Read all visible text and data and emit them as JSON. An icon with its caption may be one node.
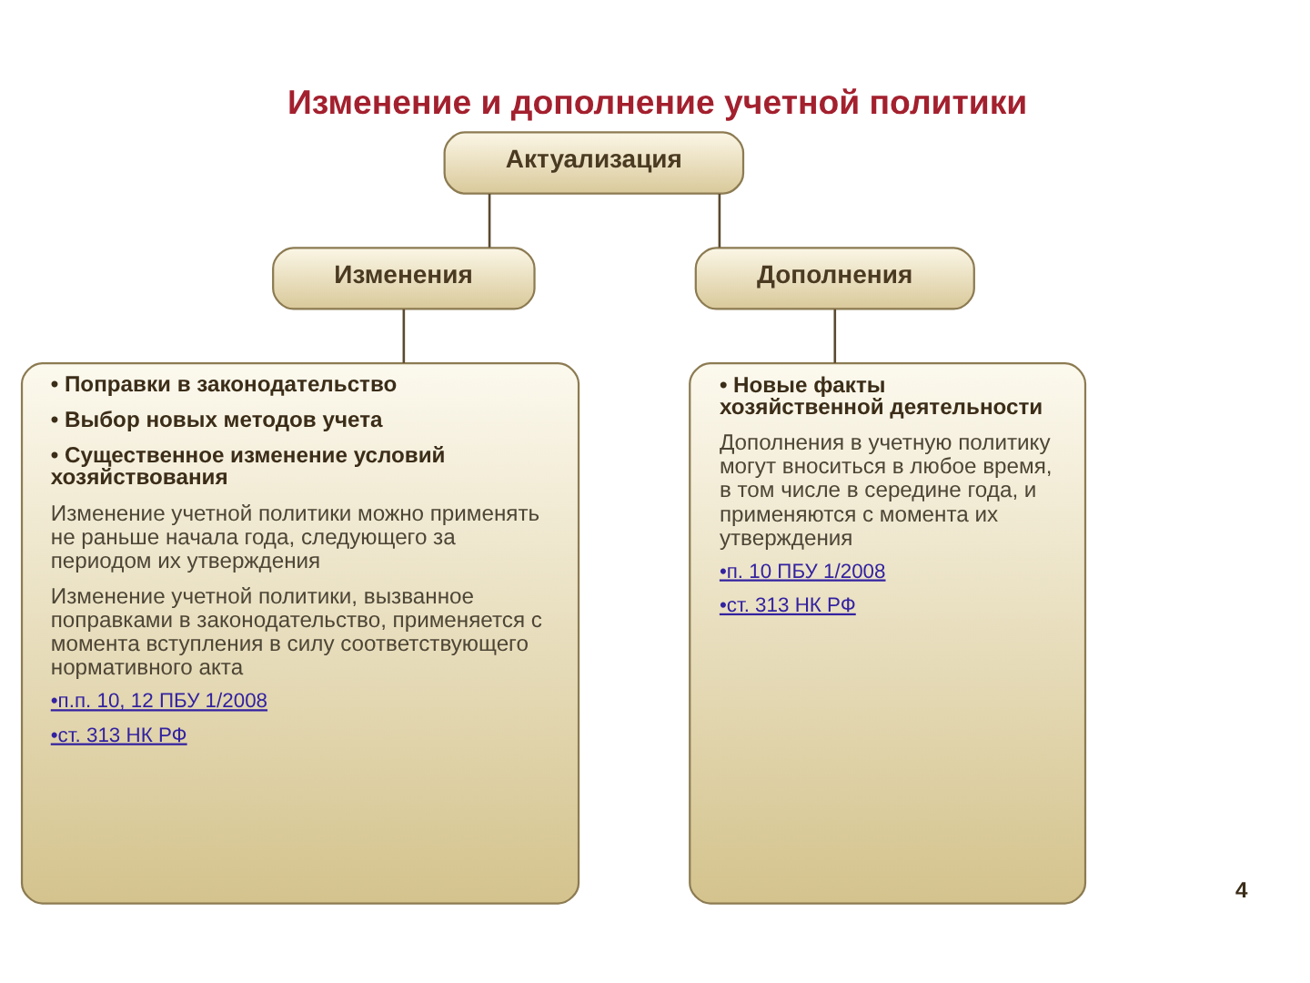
{
  "diagram": {
    "title": "Изменение и дополнение учетной политики",
    "nodes": [
      {
        "text": [
          "Актуализация"
        ]
      },
      {
        "text": [
          "Изменения"
        ]
      },
      {
        "text": [
          "Дополнения"
        ]
      },
      {
        "text": [
          "• Поправки в законодательство",
          "• Выбор новых методов учета",
          "• Существенное изменение условий хозяйствования",
          "Изменение учетной политики можно применять не раньше начала года, следующего за периодом их утверждения",
          "Изменение учетной политики, вызванное поправками в законодательство, применяется с момента вступления в силу соответствующего нормативного акта",
          "•п.п. 10, 12 ПБУ 1/2008",
          "•ст. 313 НК РФ"
        ]
      },
      {
        "text": [
          "• Новые факты хозяйственной деятельности",
          "Дополнения в учетную политику могут вноситься в любое время, в том числе в середине года, и применяются с момента их утверждения",
          "•п. 10 ПБУ 1/2008",
          "•ст. 313 НК РФ"
        ]
      }
    ],
    "edges": [
      {
        "from": 0,
        "to": 1,
        "arrow": "none"
      },
      {
        "from": 0,
        "to": 2,
        "arrow": "none"
      },
      {
        "from": 1,
        "to": 3,
        "arrow": "none"
      },
      {
        "from": 2,
        "to": 4,
        "arrow": "none"
      }
    ],
    "labels": [
      "4"
    ]
  }
}
